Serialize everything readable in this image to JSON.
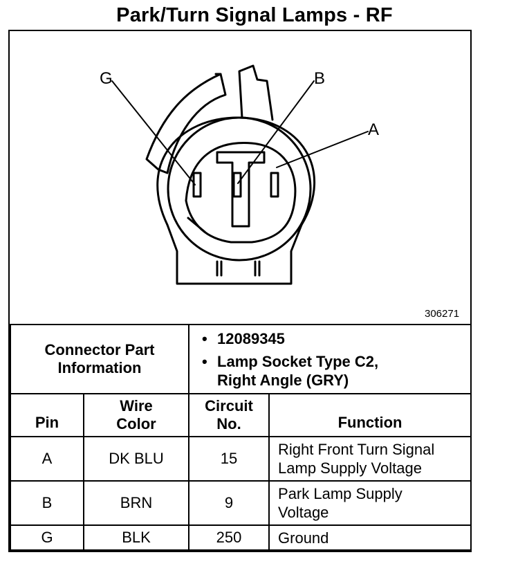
{
  "title": "Park/Turn Signal Lamps - RF",
  "figure_number": "306271",
  "connector": {
    "pin_labels": {
      "g": "G",
      "b": "B",
      "a": "A"
    }
  },
  "connector_info": {
    "label_line1": "Connector Part",
    "label_line2": "Information",
    "bullets": [
      "12089345",
      "Lamp Socket Type C2,",
      "Right Angle (GRY)"
    ]
  },
  "table": {
    "headers": {
      "pin": "Pin",
      "wire_color_line1": "Wire",
      "wire_color_line2": "Color",
      "circuit_line1": "Circuit",
      "circuit_line2": "No.",
      "function": "Function"
    },
    "rows": [
      {
        "pin": "A",
        "color": "DK BLU",
        "circuit": "15",
        "function_line1": "Right Front Turn Signal",
        "function_line2": "Lamp Supply Voltage"
      },
      {
        "pin": "B",
        "color": "BRN",
        "circuit": "9",
        "function_line1": "Park Lamp Supply",
        "function_line2": "Voltage"
      },
      {
        "pin": "G",
        "color": "BLK",
        "circuit": "250",
        "function_line1": "Ground",
        "function_line2": ""
      }
    ]
  }
}
